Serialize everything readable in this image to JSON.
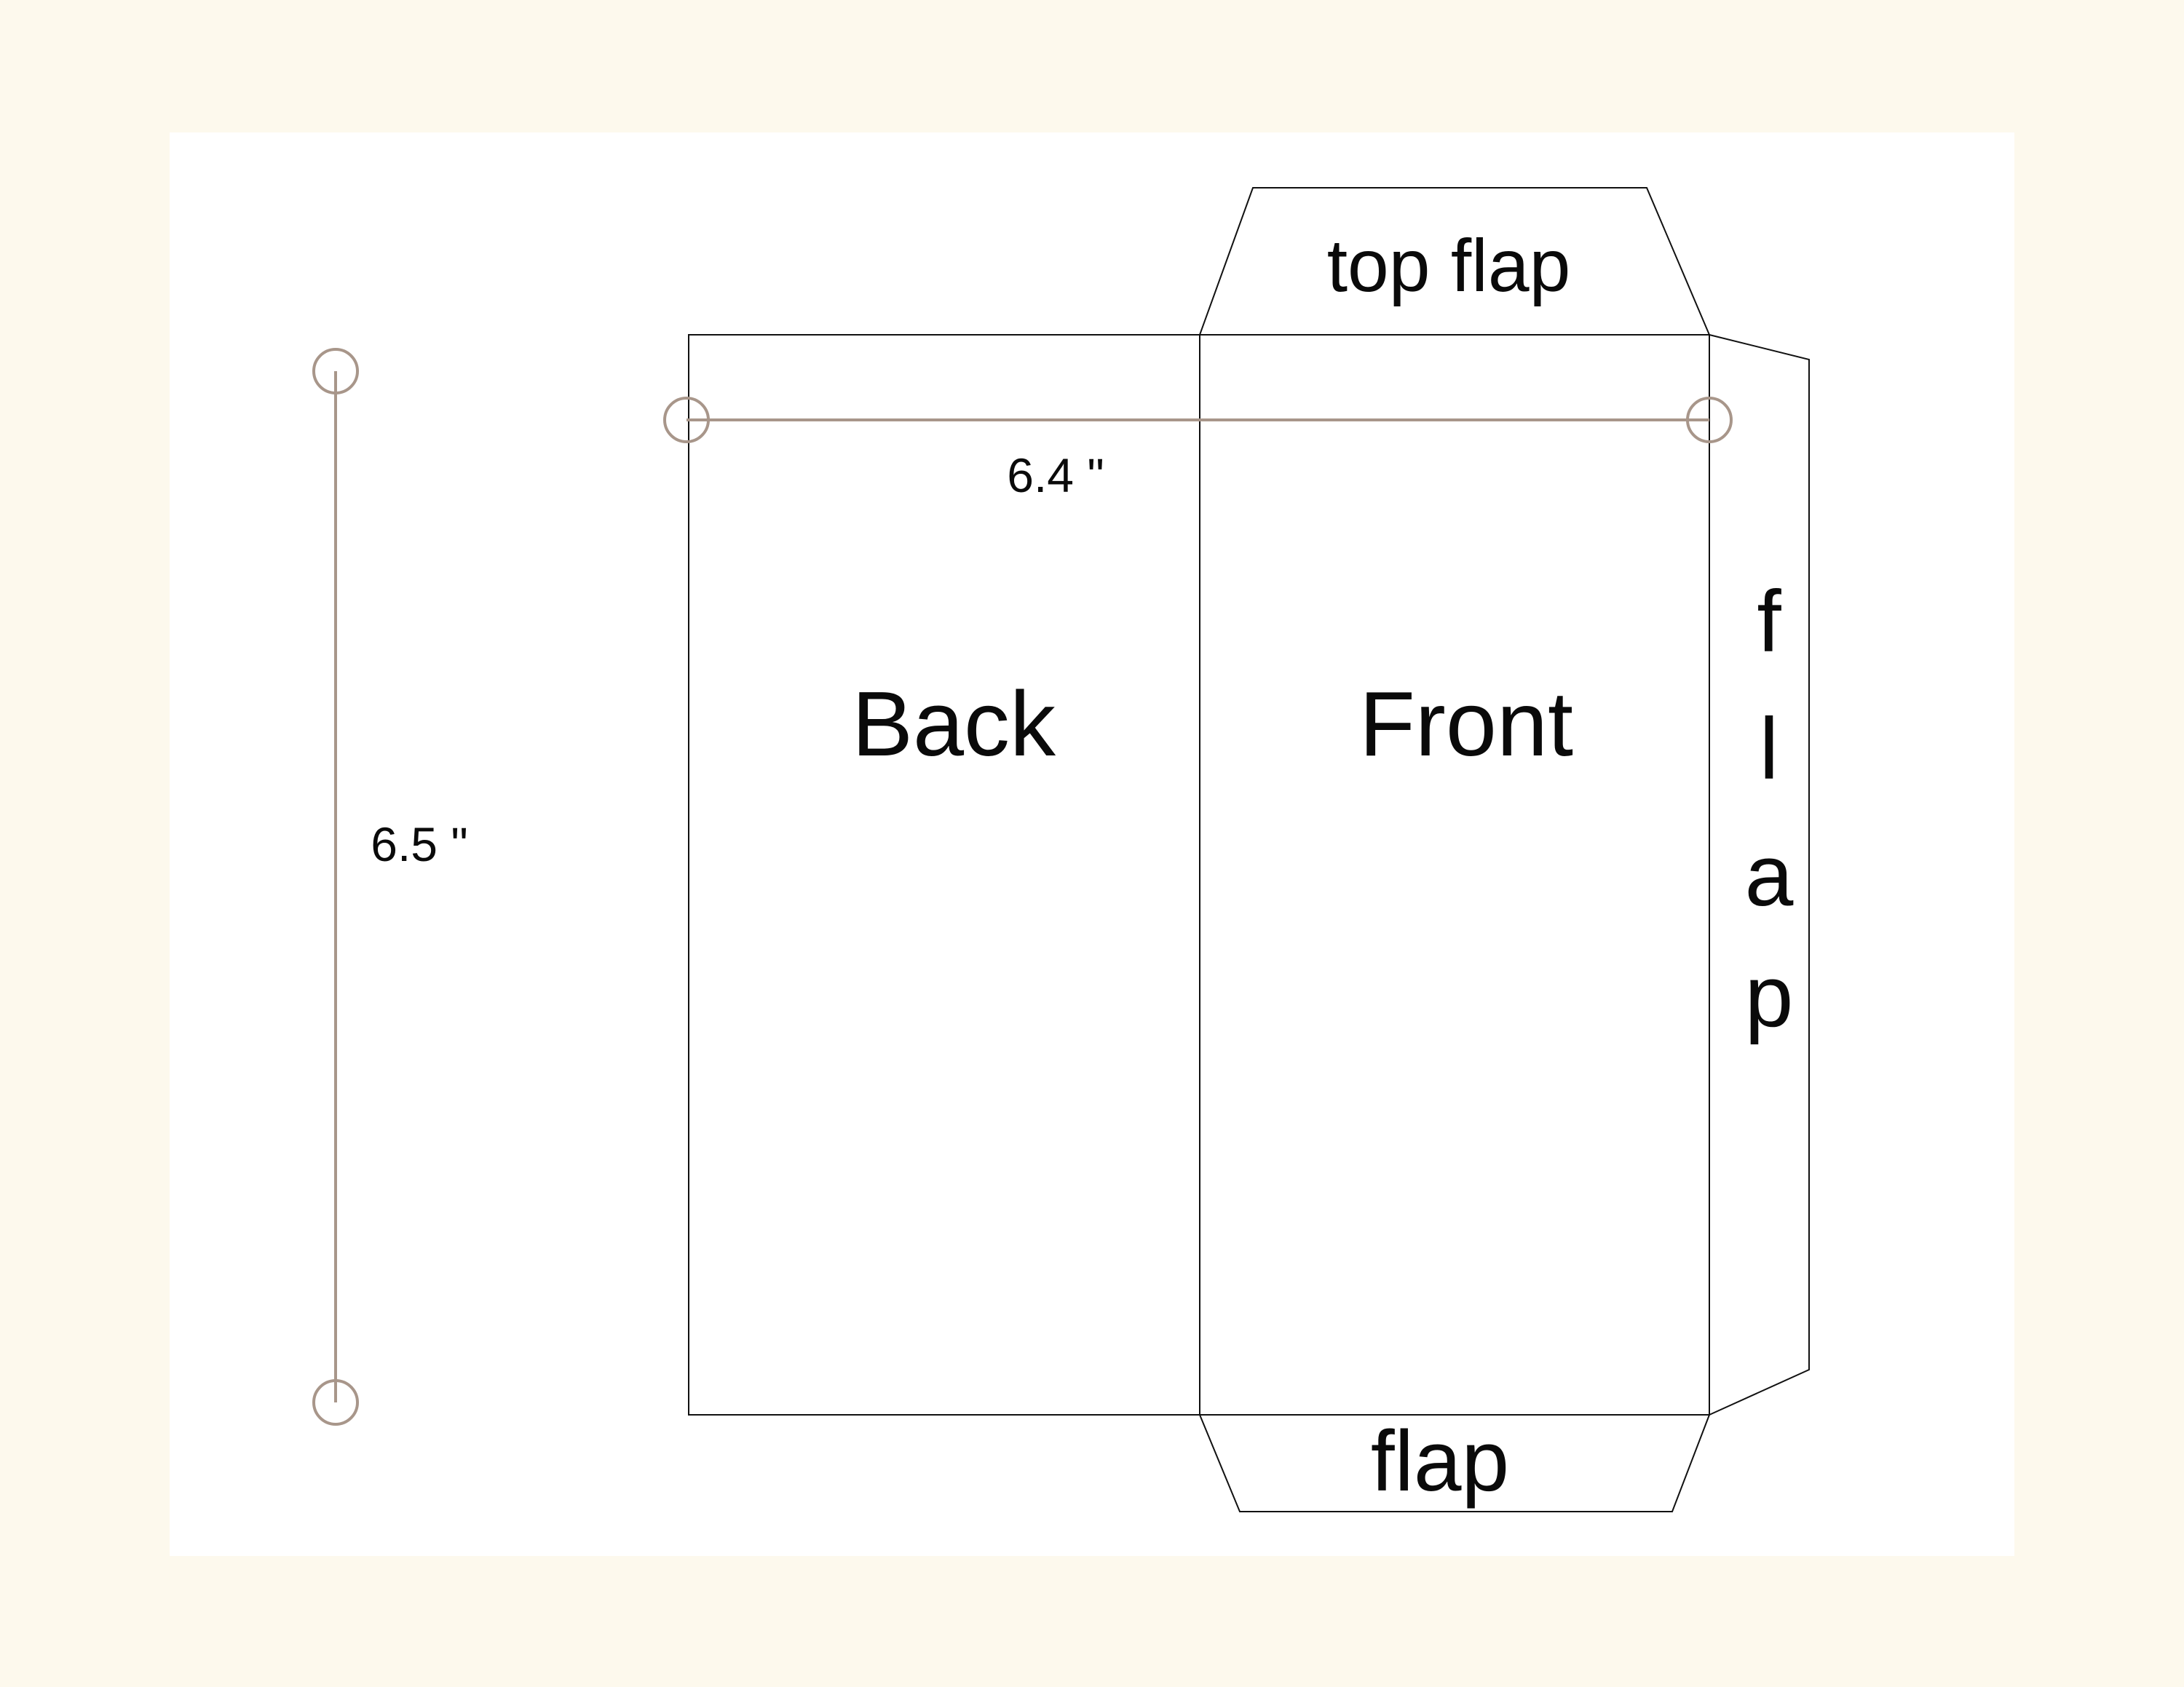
{
  "labels": {
    "top_flap": "top flap",
    "back": "Back",
    "front": "Front",
    "bottom_flap": "flap",
    "side_flap_letters": [
      "f",
      "l",
      "a",
      "p"
    ]
  },
  "dimensions": {
    "width_label": "6.4 \"",
    "height_label": "6.5 \""
  },
  "colors": {
    "background": "#fdf9ed",
    "card": "#ffffff",
    "outline": "#111111",
    "measure": "#a8968a",
    "text": "#0a0a0a"
  }
}
